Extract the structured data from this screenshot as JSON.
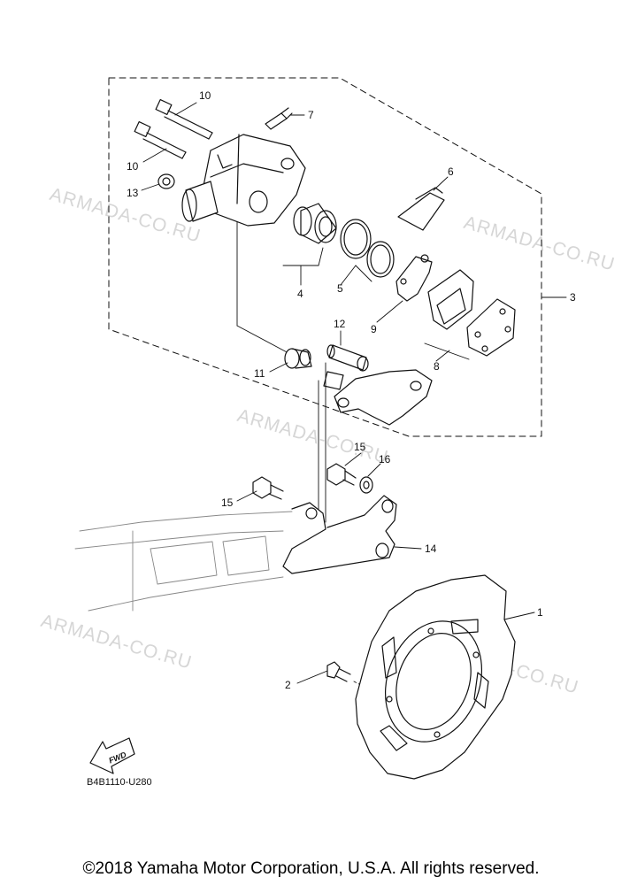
{
  "watermark": "ARMADA-CO.RU",
  "callouts": [
    {
      "id": "c10a",
      "label": "10"
    },
    {
      "id": "c7",
      "label": "7"
    },
    {
      "id": "c10b",
      "label": "10"
    },
    {
      "id": "c13",
      "label": "13"
    },
    {
      "id": "c6",
      "label": "6"
    },
    {
      "id": "c3",
      "label": "3"
    },
    {
      "id": "c4",
      "label": "4"
    },
    {
      "id": "c5",
      "label": "5"
    },
    {
      "id": "c9",
      "label": "9"
    },
    {
      "id": "c12",
      "label": "12"
    },
    {
      "id": "c8",
      "label": "8"
    },
    {
      "id": "c11",
      "label": "11"
    },
    {
      "id": "c15a",
      "label": "15"
    },
    {
      "id": "c16",
      "label": "16"
    },
    {
      "id": "c15b",
      "label": "15"
    },
    {
      "id": "c14",
      "label": "14"
    },
    {
      "id": "c1",
      "label": "1"
    },
    {
      "id": "c2",
      "label": "2"
    }
  ],
  "fwd_label": "FWD",
  "diagram_code": "B4B1110-U280",
  "copyright": "©2018 Yamaha Motor Corporation, U.S.A. All rights reserved."
}
